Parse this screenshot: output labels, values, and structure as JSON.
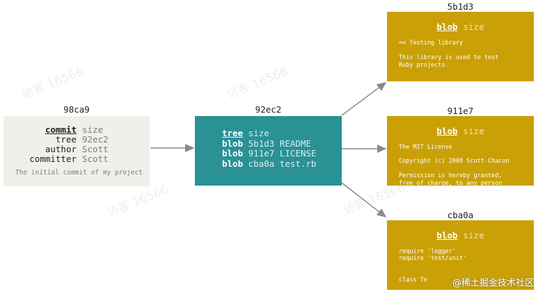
{
  "commit": {
    "hash": "98ca9",
    "rows": [
      {
        "key": "commit",
        "value": "size"
      },
      {
        "key": "tree",
        "value": "92ec2"
      },
      {
        "key": "author",
        "value": "Scott"
      },
      {
        "key": "committer",
        "value": "Scott"
      }
    ],
    "message": "The initial commit of my project"
  },
  "tree": {
    "hash": "92ec2",
    "rows": [
      {
        "type": "tree",
        "rest": "size"
      },
      {
        "type": "blob",
        "rest": "5b1d3 README"
      },
      {
        "type": "blob",
        "rest": "911e7 LICENSE"
      },
      {
        "type": "blob",
        "rest": "cba0a test.rb"
      }
    ]
  },
  "blobs": [
    {
      "hash": "5b1d3",
      "type": "blob",
      "size": "size",
      "lines": [
        "== Testing library",
        "",
        "This library is used to test",
        "Ruby projects."
      ]
    },
    {
      "hash": "911e7",
      "type": "blob",
      "size": "size",
      "lines": [
        "The MIT License",
        "",
        "Copyright (c) 2008 Scott Chacon",
        "",
        "Permission is hereby granted,",
        "free of charge, to any person"
      ]
    },
    {
      "hash": "cba0a",
      "type": "blob",
      "size": "size",
      "lines": [
        "require 'logger'",
        "require 'test/unit'",
        "",
        "",
        "class Te"
      ]
    }
  ],
  "watermark": {
    "text": "访客 16566",
    "site": "@稀土掘金技术社区"
  },
  "colors": {
    "commit_bg": "#f0f0eb",
    "tree_bg": "#2a9195",
    "blob_bg": "#c9a005",
    "arrow": "#8a8a8a"
  }
}
